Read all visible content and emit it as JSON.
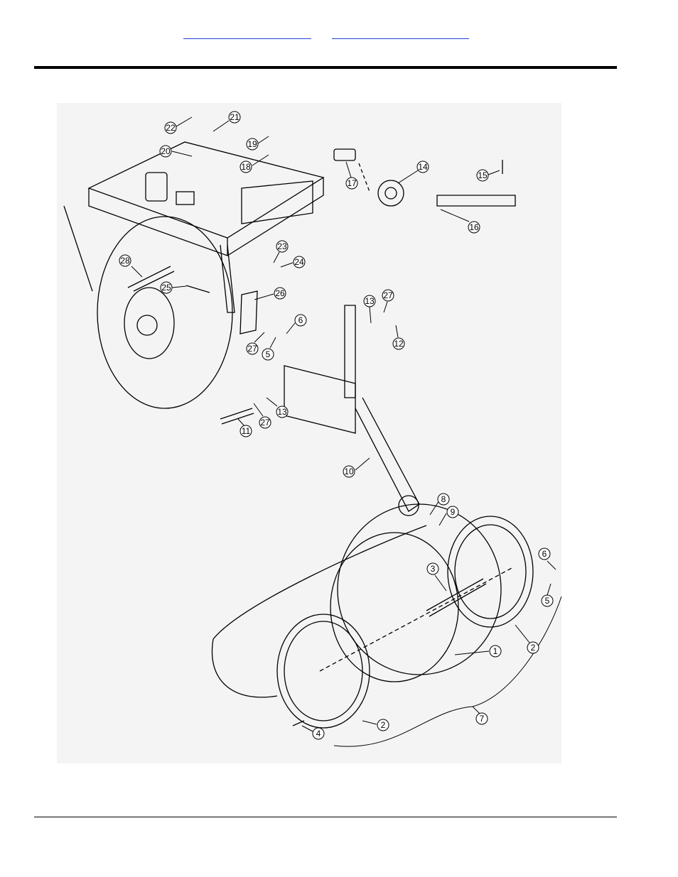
{
  "header": {
    "link_left": "",
    "link_right": ""
  },
  "diagram": {
    "callouts": [
      "1",
      "2",
      "2",
      "3",
      "4",
      "5",
      "5",
      "6",
      "6",
      "7",
      "8",
      "9",
      "10",
      "11",
      "12",
      "13",
      "13",
      "14",
      "15",
      "16",
      "17",
      "18",
      "19",
      "20",
      "21",
      "22",
      "23",
      "24",
      "25",
      "26",
      "27",
      "27",
      "27",
      "28"
    ]
  }
}
